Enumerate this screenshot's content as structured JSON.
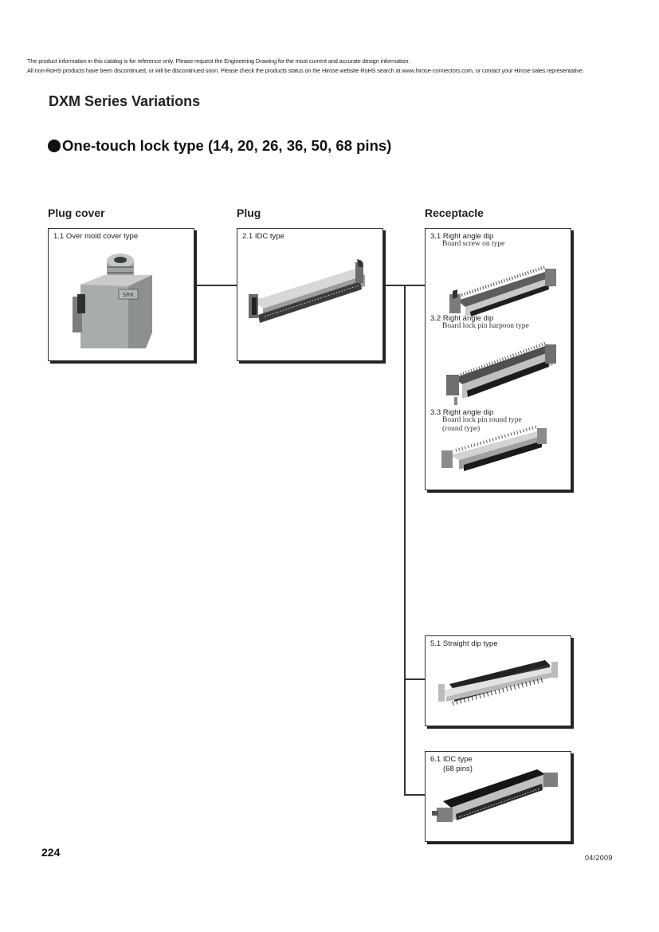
{
  "disclaimer": {
    "line1": "The product  information in this catalog is for reference only. Please request the  Engineering Drawing for the most current and accurate design  information.",
    "line2": "All non-RoHS products  have been discontinued, or will be discontinued soon. Please check the  products status on the Hirose website RoHS search at www.hirose-connectors.com, or contact your  Hirose sales representative."
  },
  "title": "DXM Series Variations",
  "subtitle": "One-touch lock type (14, 20, 26, 36, 50, 68 pins)",
  "columns": {
    "plug_cover": "Plug cover",
    "plug": "Plug",
    "receptacle": "Receptacle"
  },
  "products": {
    "p11": {
      "label": "1.1 Over mold cover type",
      "icon": "over-mold-cover-photo"
    },
    "p21": {
      "label": "2.1 IDC type",
      "icon": "idc-plug-photo"
    },
    "p31": {
      "label": "3.1 Right angle dip",
      "sub": "Board screw on type",
      "icon": "right-angle-receptacle-photo"
    },
    "p32": {
      "label": "3.2 Right angle dip",
      "sub": "Board lock pin harpoon type",
      "icon": "right-angle-receptacle-photo"
    },
    "p33": {
      "label": "3.3 Right angle dip",
      "sub": "Board lock pin round type",
      "sub2": "(round type)",
      "icon": "right-angle-receptacle-photo"
    },
    "p51": {
      "label": "5.1 Straight dip type",
      "icon": "straight-dip-receptacle-photo"
    },
    "p61": {
      "label": "6.1 IDC type",
      "sub": "(68 pins)",
      "icon": "idc-receptacle-photo"
    }
  },
  "page_number": "224",
  "date": "04/2009",
  "cover_marking": "SRK"
}
